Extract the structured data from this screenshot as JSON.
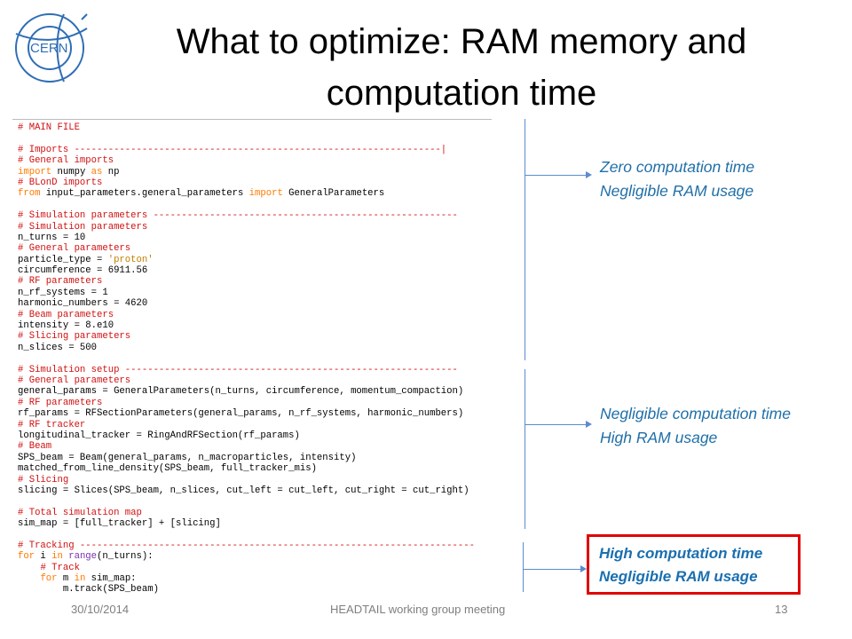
{
  "logo": {
    "text": "CERN"
  },
  "title": {
    "line1": "What to optimize: RAM memory and",
    "line2": "computation time"
  },
  "code": {
    "lines": [
      "# MAIN FILE",
      "",
      "# Imports -----------------------------------------------------------------|",
      "# General imports",
      "import numpy as np",
      "# BLonD imports",
      "from input_parameters.general_parameters import GeneralParameters",
      "",
      "# Simulation parameters ------------------------------------------------------",
      "# Simulation parameters",
      "n_turns = 10",
      "# General parameters",
      "particle_type = 'proton'",
      "circumference = 6911.56",
      "# RF parameters",
      "n_rf_systems = 1",
      "harmonic_numbers = 4620",
      "# Beam parameters",
      "intensity = 8.e10",
      "# Slicing parameters",
      "n_slices = 500",
      "",
      "# Simulation setup -----------------------------------------------------------",
      "# General parameters",
      "general_params = GeneralParameters(n_turns, circumference, momentum_compaction)",
      "# RF parameters",
      "rf_params = RFSectionParameters(general_params, n_rf_systems, harmonic_numbers)",
      "# RF tracker",
      "longitudinal_tracker = RingAndRFSection(rf_params)",
      "# Beam",
      "SPS_beam = Beam(general_params, n_macroparticles, intensity)",
      "matched_from_line_density(SPS_beam, full_tracker_mis)",
      "# Slicing",
      "slicing = Slices(SPS_beam, n_slices, cut_left = cut_left, cut_right = cut_right)",
      "",
      "# Total simulation map",
      "sim_map = [full_tracker] + [slicing]",
      "",
      "# Tracking ----------------------------------------------------------------------",
      "for i in range(n_turns):",
      "    # Track",
      "    for m in sim_map:",
      "        m.track(SPS_beam)"
    ]
  },
  "notes": {
    "zero": {
      "line1": "Zero computation time",
      "line2": "Negligible RAM usage"
    },
    "negligible": {
      "line1": "Negligible computation time",
      "line2": "High RAM usage"
    },
    "high": {
      "line1": "High computation time",
      "line2": "Negligible RAM usage"
    }
  },
  "footer": {
    "date": "30/10/2014",
    "event": "HEADTAIL working group meeting",
    "page": "13"
  },
  "colors": {
    "comment": "#d01010",
    "keyword": "#ff7a00",
    "note": "#1f6fa8",
    "box": "#e00000",
    "arrow": "#5b8bd0"
  }
}
